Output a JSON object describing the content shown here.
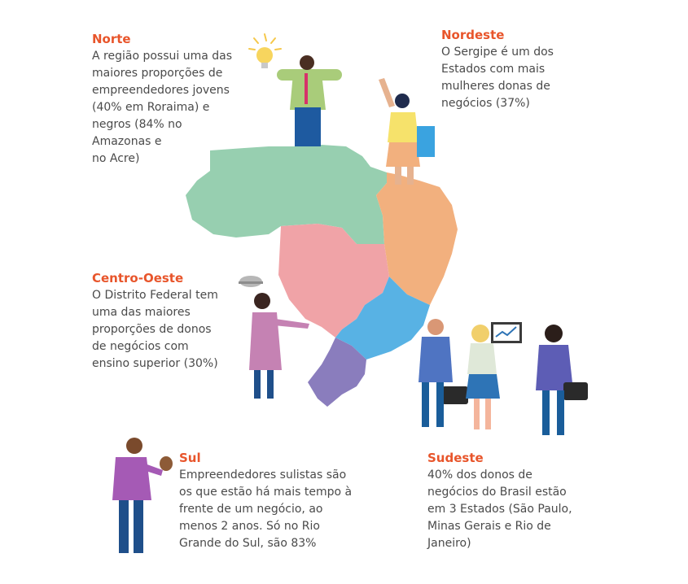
{
  "colors": {
    "title": "#e8552b",
    "text": "#4a4a4a",
    "norte": "#97cfb0",
    "nordeste": "#f2b07e",
    "centro_oeste": "#f0a3a7",
    "sudeste": "#58b2e4",
    "sul": "#8a7dbd"
  },
  "regions": {
    "norte": {
      "title": "Norte",
      "text": "A região possui uma das\nmaiores proporções de\nempreendedores jovens\n(40% em Roraima) e\nnegros (84% no\nAmazonas e\nno Acre)"
    },
    "nordeste": {
      "title": "Nordeste",
      "text": "O Sergipe é um dos\nEstados com mais\nmulheres donas de\nnegócios (37%)"
    },
    "centro_oeste": {
      "title": "Centro-Oeste",
      "text": "O Distrito Federal tem\numa das maiores\nproporções de donos\nde negócios com\nensino superior (30%)"
    },
    "sudeste": {
      "title": "Sudeste",
      "text": "40% dos donos de\nnegócios do Brasil estão\nem 3 Estados (São Paulo,\nMinas Gerais e Rio de\nJaneiro)"
    },
    "sul": {
      "title": "Sul",
      "text": "Empreendedores sulistas são\nos que estão há mais tempo à\nfrente de um negócio, ao\nmenos 2 anos. Só no Rio\nGrande do Sul, são 83%"
    }
  },
  "illustrations": {
    "norte_figure": "man-with-lightbulb-icon",
    "nordeste_figure": "woman-with-book-icon",
    "centro_oeste_figure": "woman-with-serving-tray-icon",
    "sudeste_figures": "three-business-people-icon",
    "sul_figure": "bearded-man-with-pot-icon"
  }
}
